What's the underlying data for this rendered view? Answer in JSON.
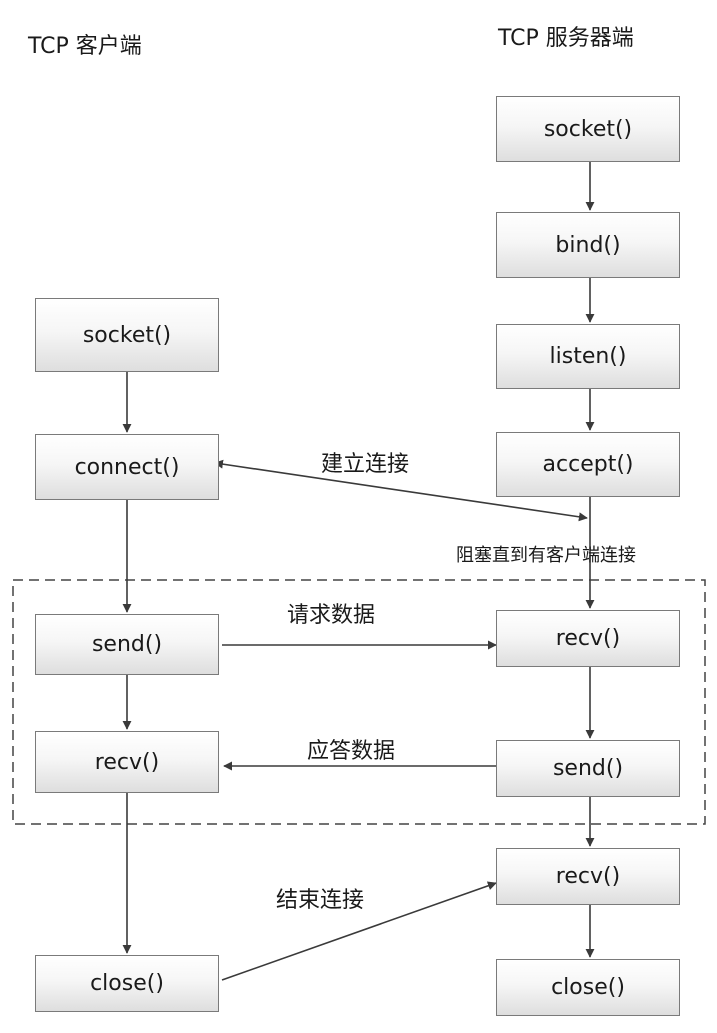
{
  "client": {
    "title": "TCP 客户端",
    "nodes": [
      "socket()",
      "connect()",
      "send()",
      "recv()",
      "close()"
    ]
  },
  "server": {
    "title": "TCP 服务器端",
    "nodes": [
      "socket()",
      "bind()",
      "listen()",
      "accept()",
      "recv()",
      "send()",
      "recv()",
      "close()"
    ]
  },
  "edges": {
    "establish": "建立连接",
    "blocking_note": "阻塞直到有客户端连接",
    "request": "请求数据",
    "response": "应答数据",
    "end": "结束连接"
  }
}
